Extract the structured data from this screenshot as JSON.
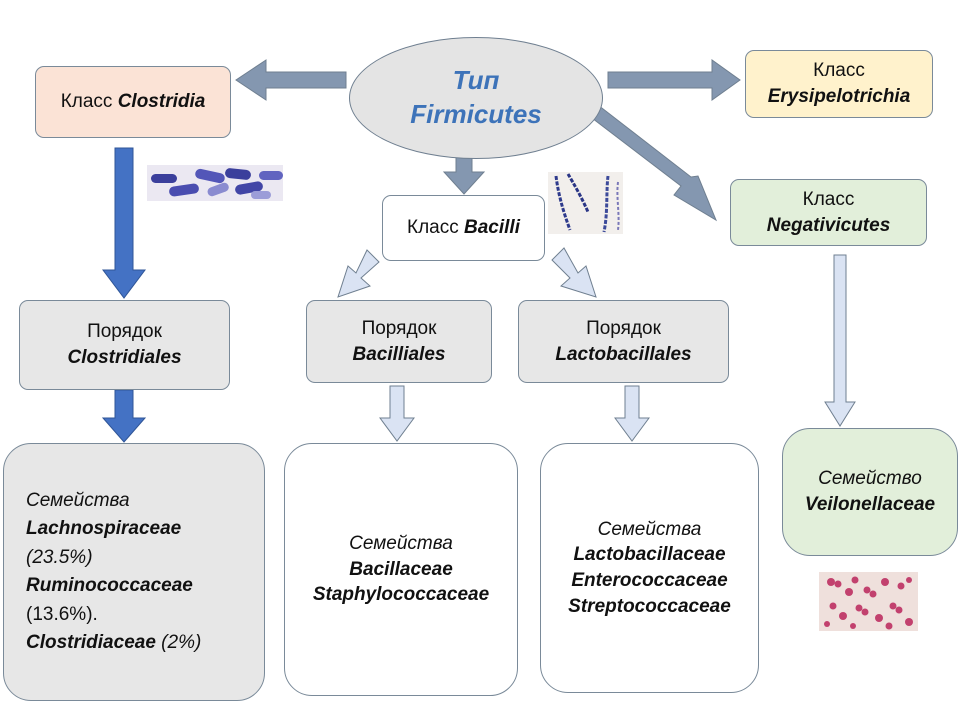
{
  "root": {
    "line1": "Тип",
    "line2": "Firmicutes"
  },
  "classes": {
    "clostridia": {
      "prefix": "Класс ",
      "name": "Clostridia"
    },
    "erysipelotrichia": {
      "prefix": "Класс",
      "name": "Erysipelotrichia"
    },
    "bacilli": {
      "prefix": "Класс ",
      "name": "Bacilli"
    },
    "negativicutes": {
      "prefix": "Класс",
      "name": "Negativicutes"
    }
  },
  "orders": {
    "clostridiales": {
      "label": "Порядок",
      "name": "Clostridiales"
    },
    "bacilliales": {
      "label": "Порядок",
      "name": "Bacilliales"
    },
    "lactobacillales": {
      "label": "Порядок",
      "name": "Lactobacillales"
    }
  },
  "families": {
    "clostridiales": {
      "label": "Семейства",
      "f1_name": "Lachnospiraceae",
      "f1_pct": "(23.5%)",
      "f2_name": "Ruminococcaceae",
      "f2_pct": "(13.6%).",
      "f3_name": "Clostridiaceae",
      "f3_pct": " (2%)"
    },
    "bacilliales": {
      "label": "Семейства",
      "items": [
        "Bacillaceae",
        "Staphylococcaceae"
      ]
    },
    "lactobacillales": {
      "label": "Семейства",
      "items": [
        "Lactobacillaceae",
        "Enterococcaceae",
        "Streptococcaceae"
      ]
    },
    "veilonellaceae": {
      "label": "Семейство",
      "name": "Veilonellaceae"
    }
  },
  "colors": {
    "clostridia_fill": "#fbe3d6",
    "erysipelotrichia_fill": "#fff2cc",
    "negativicutes_fill": "#e2efda",
    "veilonellaceae_fill": "#e2efda",
    "order_fill": "#e7e7e7",
    "root_text": "#3d73b9",
    "arrow_dark": "#4472c4",
    "arrow_gray": "#8497b0",
    "arrow_light": "#dae3f3"
  }
}
